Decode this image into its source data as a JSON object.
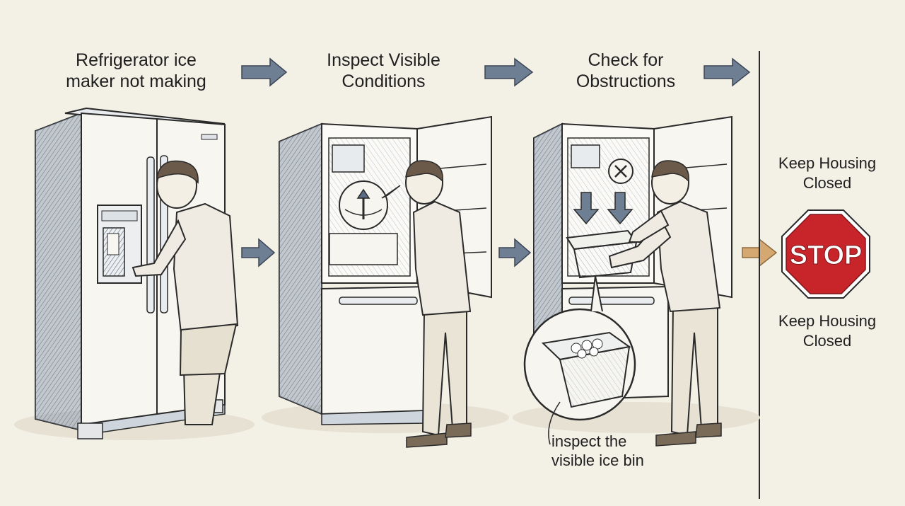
{
  "steps": [
    {
      "title": "Refrigerator ice\nmaker not making"
    },
    {
      "title": "Inspect Visible\nConditions"
    },
    {
      "title": "Check for\nObstructions"
    }
  ],
  "callout": {
    "text": "inspect the\nvisible ice bin"
  },
  "stop": {
    "top_label": "Keep Housing\nClosed",
    "sign_text": "STOP",
    "bottom_label": "Keep Housing\nClosed"
  },
  "colors": {
    "background": "#f3f0e6",
    "arrow": "#6e7f94",
    "final_arrow": "#d4a870",
    "stop_red": "#c8252b",
    "ink": "#2a2a2a",
    "fridge_side": "#8797ad"
  },
  "icons": [
    "refrigerator",
    "person",
    "arrow-right",
    "rotate-arrow-icon",
    "x-circle-icon",
    "down-arrow-icon",
    "ice-bin",
    "stop-sign"
  ]
}
